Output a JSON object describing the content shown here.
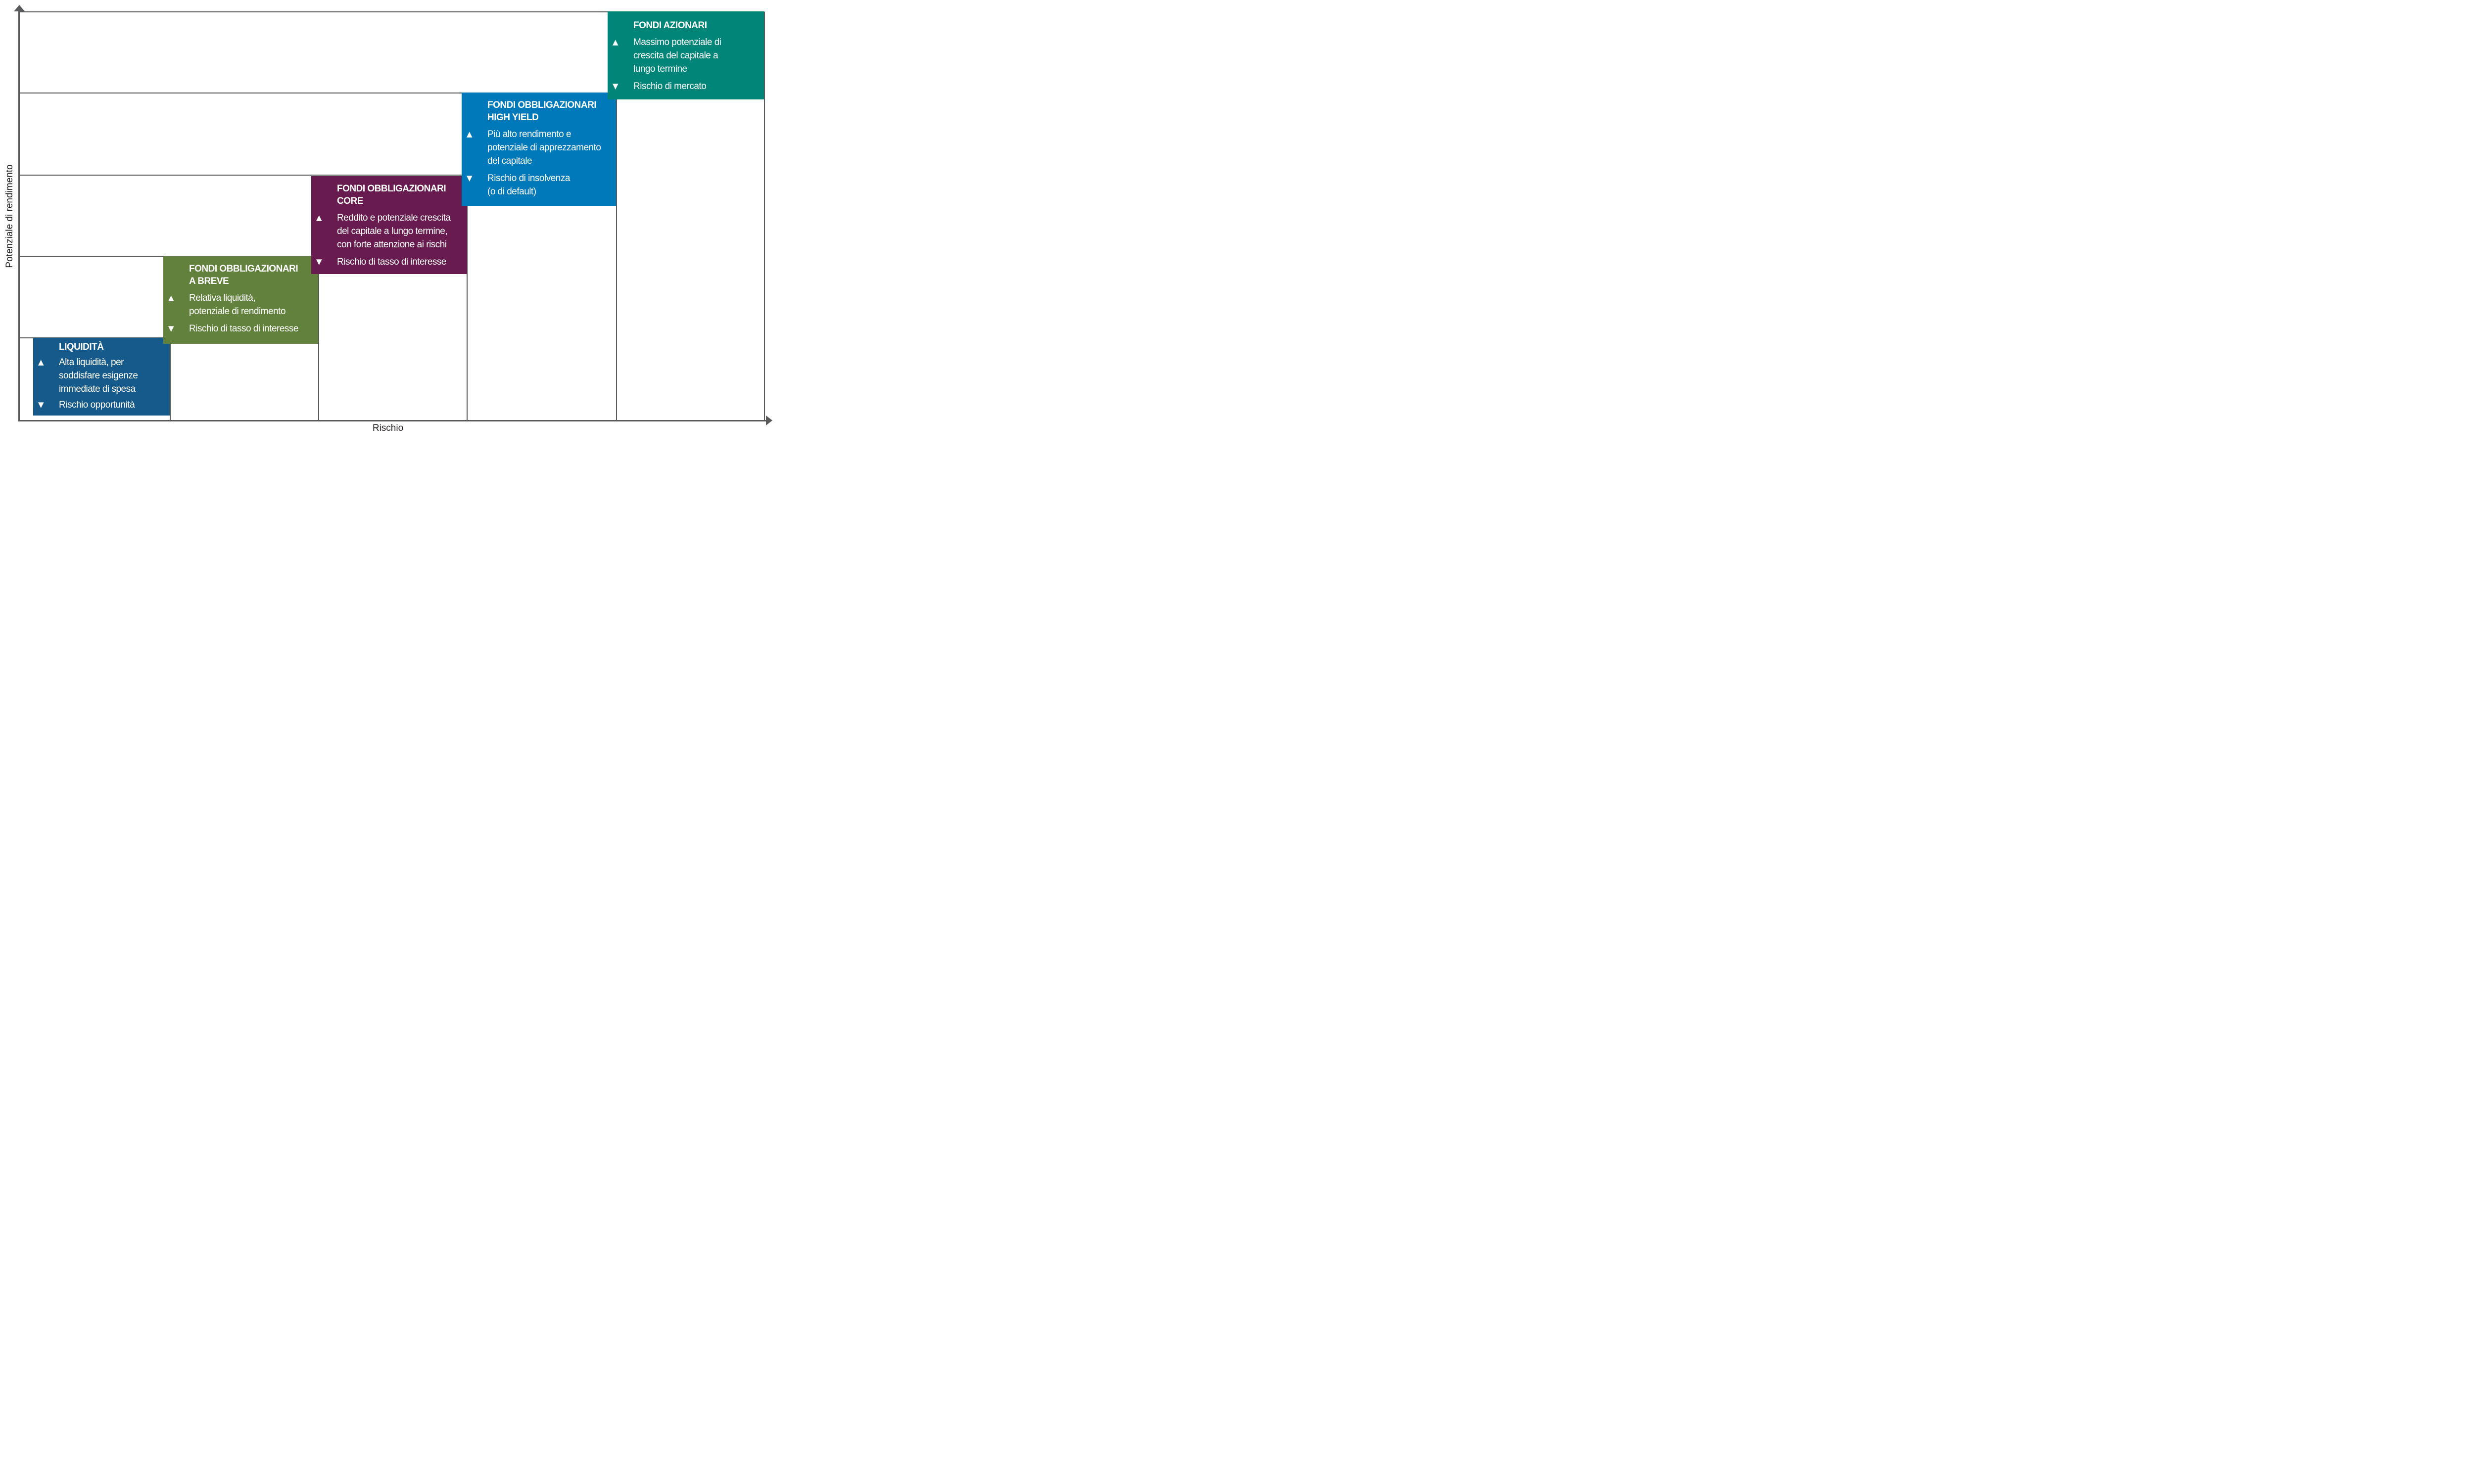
{
  "chart_data": {
    "type": "scatter",
    "subtype": "risk-return staircase diagram, 5 ascending steps",
    "title": "",
    "xlabel": "Rischio",
    "ylabel": "Potenziale di rendimento",
    "x_axis": {
      "ticks": [],
      "arrow_at_end": true
    },
    "y_axis": {
      "ticks": [],
      "arrow_at_end": true
    },
    "grid": "staircase: one horizontal gridline and one vertical riser per step",
    "legend": "none",
    "axis_color": "#58595B",
    "text_color": "#231F20",
    "levels": 5,
    "annotations": [
      {
        "label": "LIQUIDITÀ",
        "risk_level": 1,
        "return_level": 1,
        "advantage": "Alta liquidità, per\nsoddisfare esigenze\nimmediate di spesa",
        "risk": "Rischio opportunità",
        "color": "#155A8A"
      },
      {
        "label": "FONDI OBBLIGAZIONARI\nA BREVE",
        "risk_level": 2,
        "return_level": 2,
        "advantage": "Relativa liquidità,\npotenziale di rendimento",
        "risk": "Rischio di tasso di interesse",
        "color": "#61813C"
      },
      {
        "label": "FONDI OBBLIGAZIONARI\nCORE",
        "risk_level": 3,
        "return_level": 3,
        "advantage": "Reddito e potenziale crescita\ndel capitale a lungo termine,\ncon forte attenzione ai rischi",
        "risk": "Rischio di tasso di interesse",
        "color": "#681B4F"
      },
      {
        "label": "FONDI OBBLIGAZIONARI\nHIGH YIELD",
        "risk_level": 4,
        "return_level": 4,
        "advantage": "Più alto rendimento e\npotenziale di apprezzamento\ndel capitale",
        "risk": "Rischio di insolvenza\n(o di default)",
        "color": "#0079BA"
      },
      {
        "label": "FONDI AZIONARI",
        "risk_level": 5,
        "return_level": 5,
        "advantage": "Massimo potenziale di\ncrescita del capitale a\nlungo termine",
        "risk": "Rischio di mercato",
        "color": "#008578"
      }
    ]
  },
  "icons": {
    "advantage": "▲",
    "risk": "▼"
  }
}
